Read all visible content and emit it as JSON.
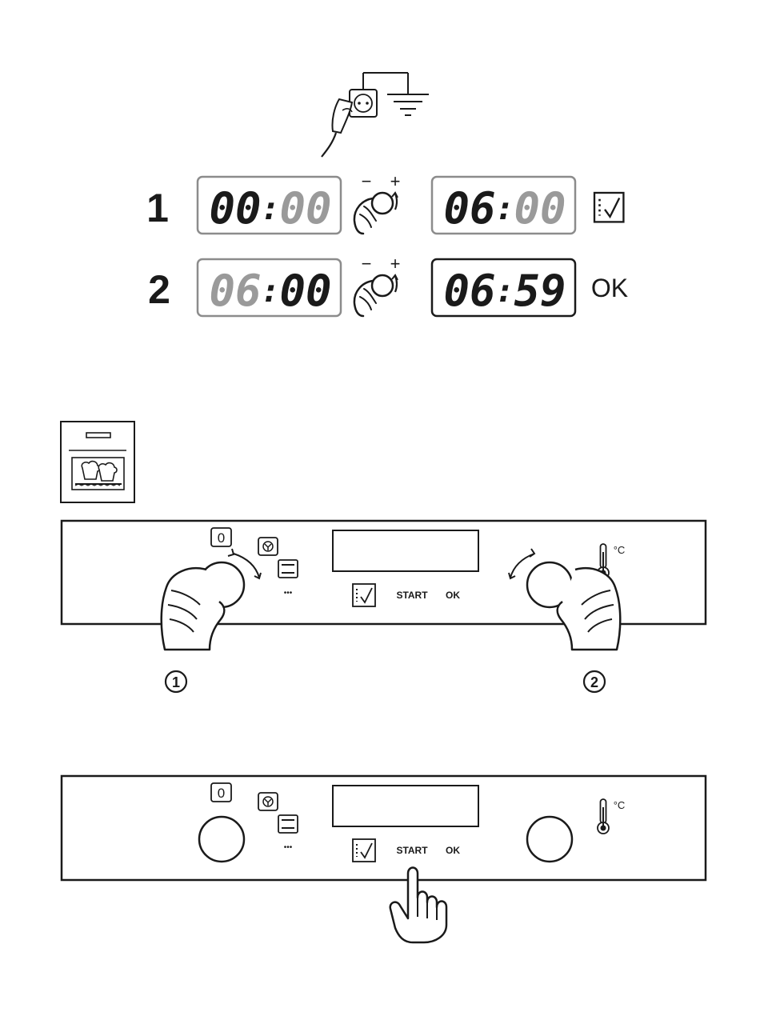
{
  "steps": [
    {
      "number": "1",
      "display_left": {
        "hours": "00",
        "minutes": "00",
        "active": "hours"
      },
      "knob_minus": "−",
      "knob_plus": "+",
      "display_right": {
        "hours": "06",
        "minutes": "00",
        "active": "hours"
      },
      "confirm_icon": "checklist-icon"
    },
    {
      "number": "2",
      "display_left": {
        "hours": "06",
        "minutes": "00",
        "active": "minutes"
      },
      "knob_minus": "−",
      "knob_plus": "+",
      "display_right": {
        "hours": "06",
        "minutes": "59",
        "active": "both"
      },
      "confirm_text": "OK"
    }
  ],
  "clock_separator": ":",
  "panel_1": {
    "off_label": "0",
    "start_label": "START",
    "ok_label": "OK",
    "temp_unit": "°C",
    "more_dots": "•••",
    "callouts": [
      "1",
      "2"
    ]
  },
  "panel_2": {
    "off_label": "0",
    "start_label": "START",
    "ok_label": "OK",
    "temp_unit": "°C",
    "more_dots": "•••"
  },
  "colors": {
    "ink": "#1a1a1a",
    "dim_digit": "#9a9a9a",
    "lcd_border_dim": "#8c8c8c"
  }
}
